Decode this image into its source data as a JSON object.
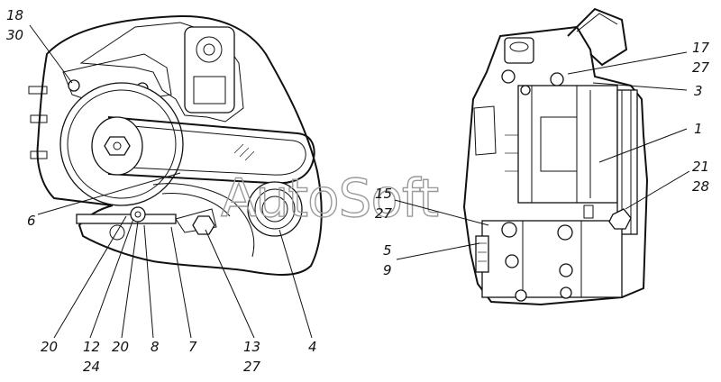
{
  "watermark": "AutoSoft",
  "callouts": [
    {
      "id": "c18-30",
      "lines": [
        "18",
        "30"
      ]
    },
    {
      "id": "c6",
      "lines": [
        "6"
      ]
    },
    {
      "id": "c20a",
      "lines": [
        "20"
      ]
    },
    {
      "id": "c12-24",
      "lines": [
        "12",
        "24"
      ]
    },
    {
      "id": "c20b",
      "lines": [
        "20"
      ]
    },
    {
      "id": "c8",
      "lines": [
        "8"
      ]
    },
    {
      "id": "c7",
      "lines": [
        "7"
      ]
    },
    {
      "id": "c13-27",
      "lines": [
        "13",
        "27"
      ]
    },
    {
      "id": "c4",
      "lines": [
        "4"
      ]
    },
    {
      "id": "c15-27",
      "lines": [
        "15",
        "27"
      ]
    },
    {
      "id": "c5-9",
      "lines": [
        "5",
        "9"
      ]
    },
    {
      "id": "c17-27",
      "lines": [
        "17",
        "27"
      ]
    },
    {
      "id": "c3",
      "lines": [
        "3"
      ]
    },
    {
      "id": "c1",
      "lines": [
        "1"
      ]
    },
    {
      "id": "c21-28",
      "lines": [
        "21",
        "28"
      ]
    }
  ]
}
